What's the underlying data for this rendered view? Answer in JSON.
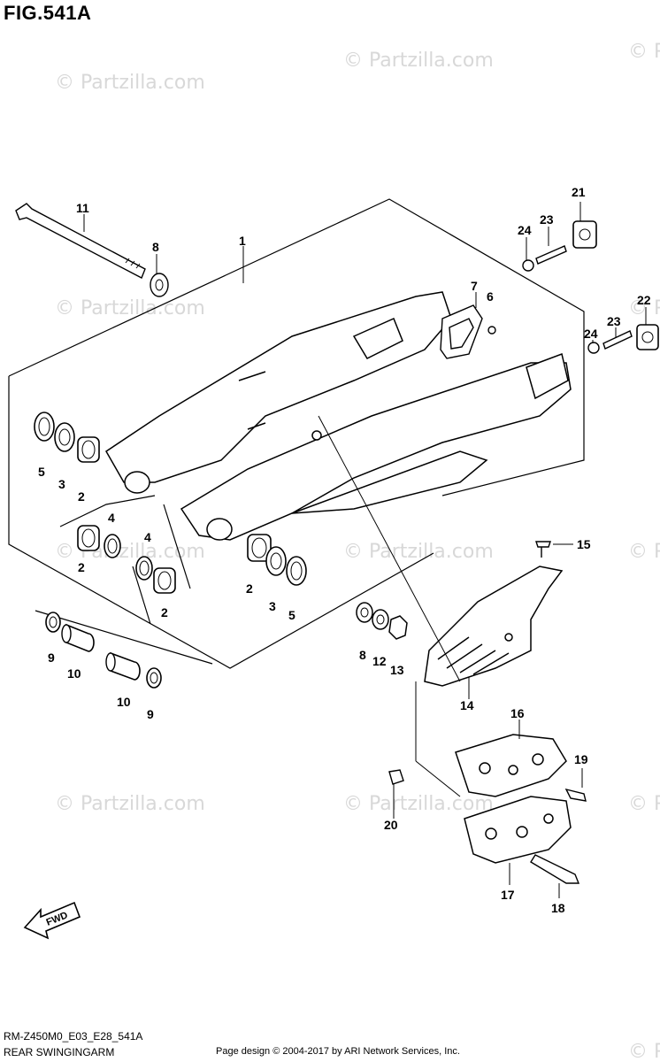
{
  "figure": {
    "title": "FIG.541A",
    "code": "RM-Z450M0_E03_E28_541A",
    "subtitle": "REAR SWINGINGARM",
    "credit": "Page design © 2004-2017 by ARI Network Services, Inc."
  },
  "watermark": {
    "text": "© Partzilla.com",
    "color": "#d8d8d8"
  },
  "fwd_label": "FWD",
  "callouts": [
    {
      "id": "c1",
      "label": "1"
    },
    {
      "id": "c2a",
      "label": "2"
    },
    {
      "id": "c2b",
      "label": "2"
    },
    {
      "id": "c2c",
      "label": "2"
    },
    {
      "id": "c2d",
      "label": "2"
    },
    {
      "id": "c3a",
      "label": "3"
    },
    {
      "id": "c3b",
      "label": "3"
    },
    {
      "id": "c4a",
      "label": "4"
    },
    {
      "id": "c4b",
      "label": "4"
    },
    {
      "id": "c5a",
      "label": "5"
    },
    {
      "id": "c5b",
      "label": "5"
    },
    {
      "id": "c6",
      "label": "6"
    },
    {
      "id": "c7",
      "label": "7"
    },
    {
      "id": "c8a",
      "label": "8"
    },
    {
      "id": "c8b",
      "label": "8"
    },
    {
      "id": "c9a",
      "label": "9"
    },
    {
      "id": "c9b",
      "label": "9"
    },
    {
      "id": "c10a",
      "label": "10"
    },
    {
      "id": "c10b",
      "label": "10"
    },
    {
      "id": "c11",
      "label": "11"
    },
    {
      "id": "c12",
      "label": "12"
    },
    {
      "id": "c13",
      "label": "13"
    },
    {
      "id": "c14",
      "label": "14"
    },
    {
      "id": "c15",
      "label": "15"
    },
    {
      "id": "c16",
      "label": "16"
    },
    {
      "id": "c17",
      "label": "17"
    },
    {
      "id": "c18",
      "label": "18"
    },
    {
      "id": "c19",
      "label": "19"
    },
    {
      "id": "c20",
      "label": "20"
    },
    {
      "id": "c21",
      "label": "21"
    },
    {
      "id": "c22",
      "label": "22"
    },
    {
      "id": "c23a",
      "label": "23"
    },
    {
      "id": "c23b",
      "label": "23"
    },
    {
      "id": "c24a",
      "label": "24"
    },
    {
      "id": "c24b",
      "label": "24"
    }
  ]
}
